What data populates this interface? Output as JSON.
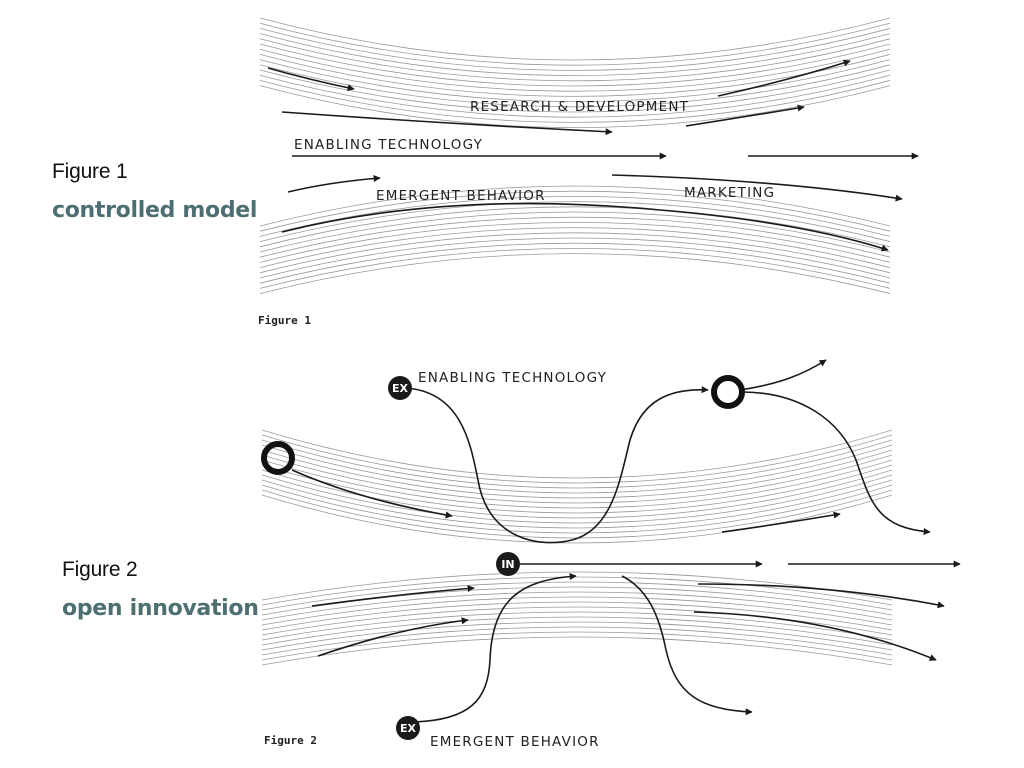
{
  "figure1": {
    "caption_title": "Figure 1",
    "caption_subtitle": "controlled model",
    "image_label": "Figure 1",
    "labels": {
      "research": "RESEARCH & DEVELOPMENT",
      "enabling": "ENABLING TECHNOLOGY",
      "emergent": "EMERGENT BEHAVIOR",
      "marketing": "MARKETING"
    }
  },
  "figure2": {
    "caption_title": "Figure 2",
    "caption_subtitle": "open innovation",
    "image_label": "Figure 2",
    "labels": {
      "enabling": "ENABLING TECHNOLOGY",
      "emergent": "EMERGENT BEHAVIOR"
    },
    "nodes": {
      "ex_top": "EX",
      "in_mid": "IN",
      "ex_bottom": "EX"
    }
  },
  "colors": {
    "caption_subtitle": "#4e6f72",
    "stream_lines": "#9a9a9a",
    "arrows": "#1a1a1a"
  }
}
